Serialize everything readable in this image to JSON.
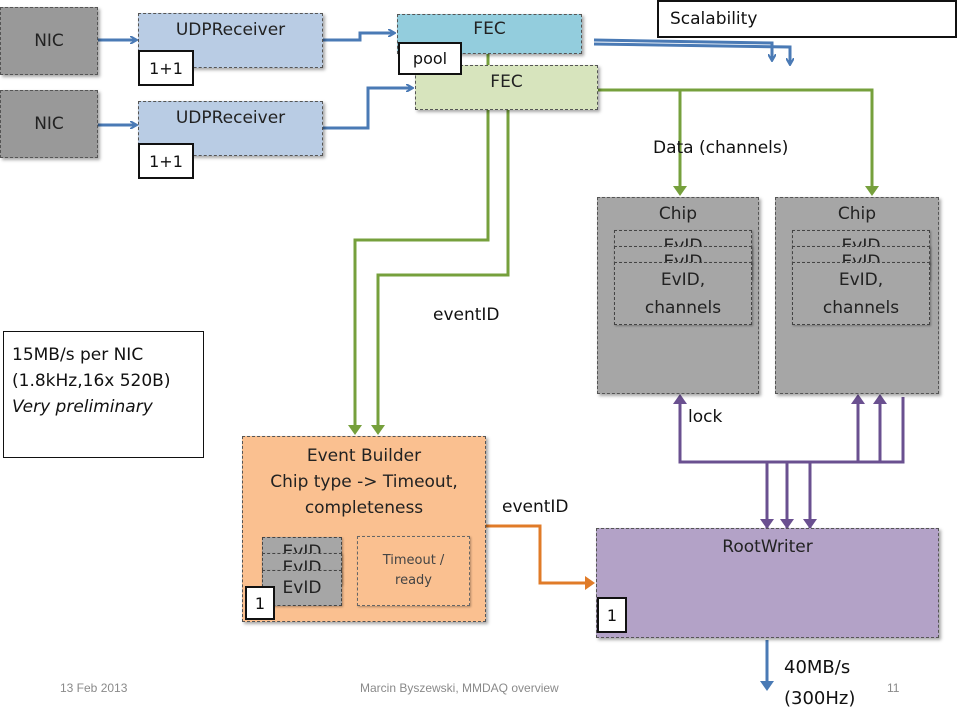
{
  "nics": [
    {
      "label": "NIC"
    },
    {
      "label": "NIC"
    }
  ],
  "udp_receivers": [
    {
      "label": "UDPReceiver",
      "badge": "1+1"
    },
    {
      "label": "UDPReceiver",
      "badge": "1+1"
    }
  ],
  "fec": [
    {
      "label": "FEC"
    },
    {
      "label": "FEC"
    }
  ],
  "pool_label": "pool",
  "scalability_label": "Scalability",
  "data_channels_label": "Data (channels)",
  "chips": [
    {
      "label": "Chip",
      "evid_back": "EvID",
      "evid_front": "EvID,\nchannels"
    },
    {
      "label": "Chip",
      "evid_back": "EvID",
      "evid_front": "EvID,\nchannels"
    }
  ],
  "event_id_label_upper": "eventID",
  "event_id_label_lower": "eventID",
  "lock_label": "lock",
  "info_note": {
    "line1": "15MB/s per NIC",
    "line2": "(1.8kHz,16x 520B)",
    "line3": "Very preliminary"
  },
  "event_builder": {
    "title_line1": "Event Builder",
    "title_line2": "Chip type -> Timeout,",
    "title_line3": "completeness",
    "evid_back": "EvID",
    "evid_front": "EvID",
    "timeout_label": "Timeout /\nready",
    "badge": "1"
  },
  "root_writer": {
    "label": "RootWriter",
    "badge": "1"
  },
  "output_rate": {
    "line1": "40MB/s",
    "line2": "(300Hz)"
  },
  "footer": {
    "date": "13 Feb 2013",
    "center": "Marcin Byszewski, MMDAQ overview",
    "page": "11"
  },
  "colors": {
    "blue_arrow": "#4a7ab5",
    "green_arrow": "#76a03c",
    "purple_arrow": "#6a5090",
    "orange_arrow": "#e07b28"
  }
}
